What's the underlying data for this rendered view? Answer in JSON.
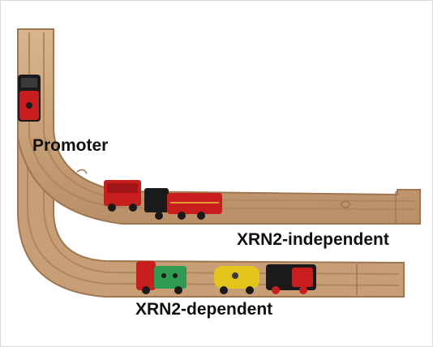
{
  "labels": {
    "promoter": "Promoter",
    "independent": "XRN2-independent",
    "dependent": "XRN2-dependent"
  },
  "colors": {
    "background": "#ffffff",
    "track_wood": "#caa27b",
    "track_edge": "#a9805a",
    "groove": "#b58b63",
    "text": "#111111",
    "train_red": "#c81e1e",
    "train_black": "#1a1a1a",
    "train_green": "#2f9a52",
    "train_yellow": "#e3c41a"
  }
}
